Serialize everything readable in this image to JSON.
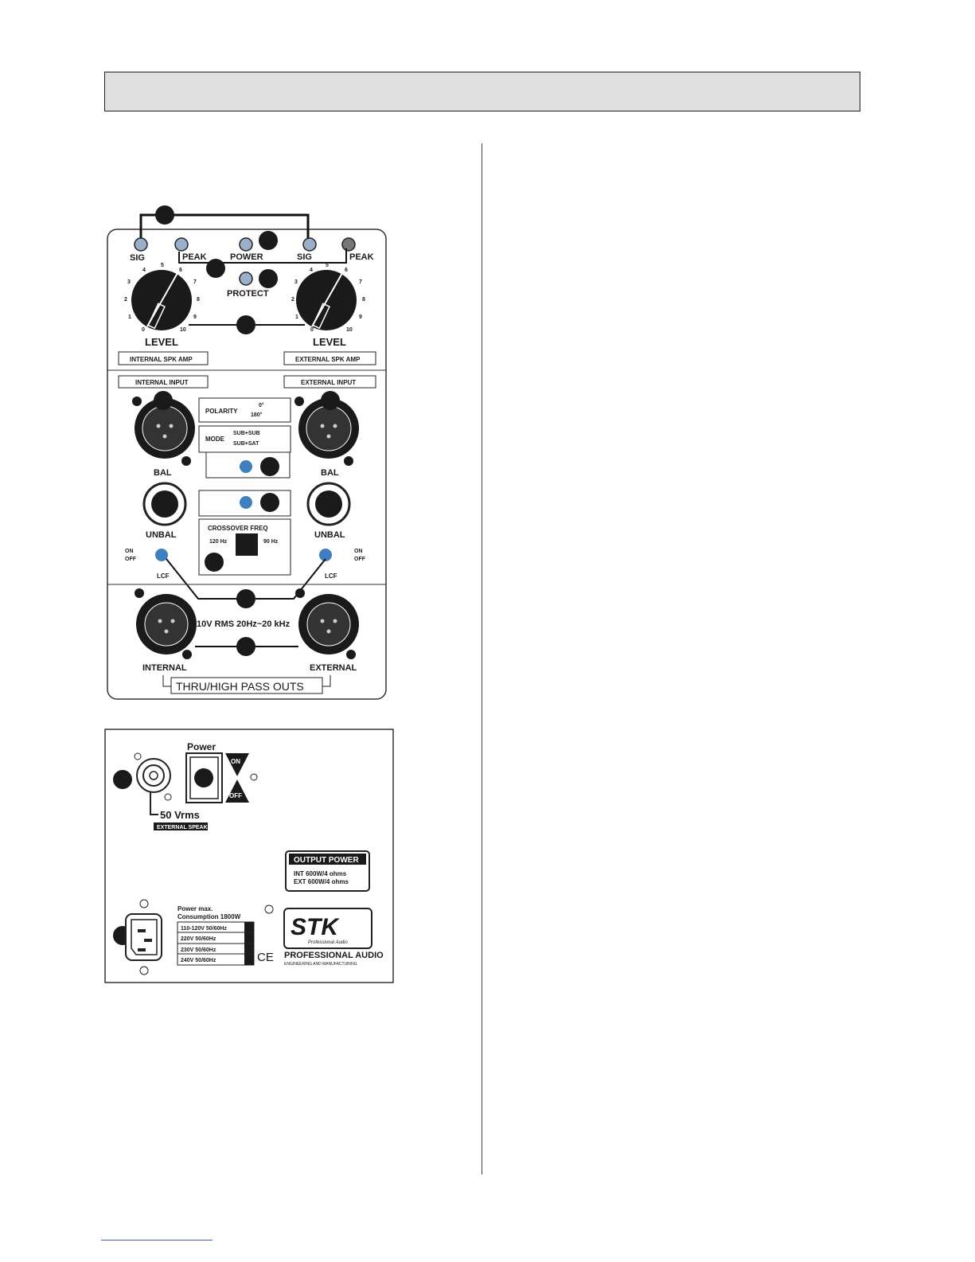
{
  "front_panel": {
    "sig_left": "SIG",
    "peak_left": "PEAK",
    "power": "POWER",
    "sig_right": "SIG",
    "peak_right": "PEAK",
    "protect": "PROTECT",
    "level_left": "LEVEL",
    "level_right": "LEVEL",
    "scale": [
      "0",
      "1",
      "2",
      "3",
      "4",
      "5",
      "6",
      "7",
      "8",
      "9",
      "10"
    ],
    "internal_spk_amp": "INTERNAL SPK AMP",
    "external_spk_amp": "EXTERNAL SPK AMP",
    "internal_input": "INTERNAL INPUT",
    "external_input": "EXTERNAL INPUT",
    "polarity": "POLARITY",
    "polarity_0": "0°",
    "polarity_180": "180°",
    "mode": "MODE",
    "mode_sub_sub": "SUB+SUB",
    "mode_sub_sat": "SUB+SAT",
    "bal_left": "BAL",
    "bal_right": "BAL",
    "unbal_left": "UNBAL",
    "unbal_right": "UNBAL",
    "crossover_freq": "CROSSOVER FREQ",
    "freq_120": "120 Hz",
    "freq_90": "90 Hz",
    "on": "ON",
    "off": "OFF",
    "lcf_left": "LCF",
    "lcf_right": "LCF",
    "out_spec": "10V RMS 20Hz~20 kHz",
    "internal": "INTERNAL",
    "external": "EXTERNAL",
    "thru_outs": "THRU/HIGH PASS OUTS"
  },
  "rear_panel": {
    "power": "Power",
    "on": "ON",
    "off": "OFF",
    "vrms": "50 Vrms",
    "external_speaker": "EXTERNAL SPEAKER",
    "output_power_title": "OUTPUT POWER",
    "int_power": "INT 600W/4 ohms",
    "ext_power": "EXT 600W/4 ohms",
    "power_max": "Power max.",
    "consumption": "Consumption 1800W",
    "voltages": [
      "110-120V 50/60Hz",
      "220V 50/60Hz",
      "230V 50/60Hz",
      "240V 50/60Hz"
    ],
    "ce": "CE",
    "logo_text": "STK",
    "logo_sub": "Professional Audio",
    "brand": "PROFESSIONAL AUDIO",
    "brand_sub": "ENGINEERING AND MANUFACTURING"
  },
  "colors": {
    "blue_button": "#3f7fc0",
    "led": "#9ab0c8"
  }
}
